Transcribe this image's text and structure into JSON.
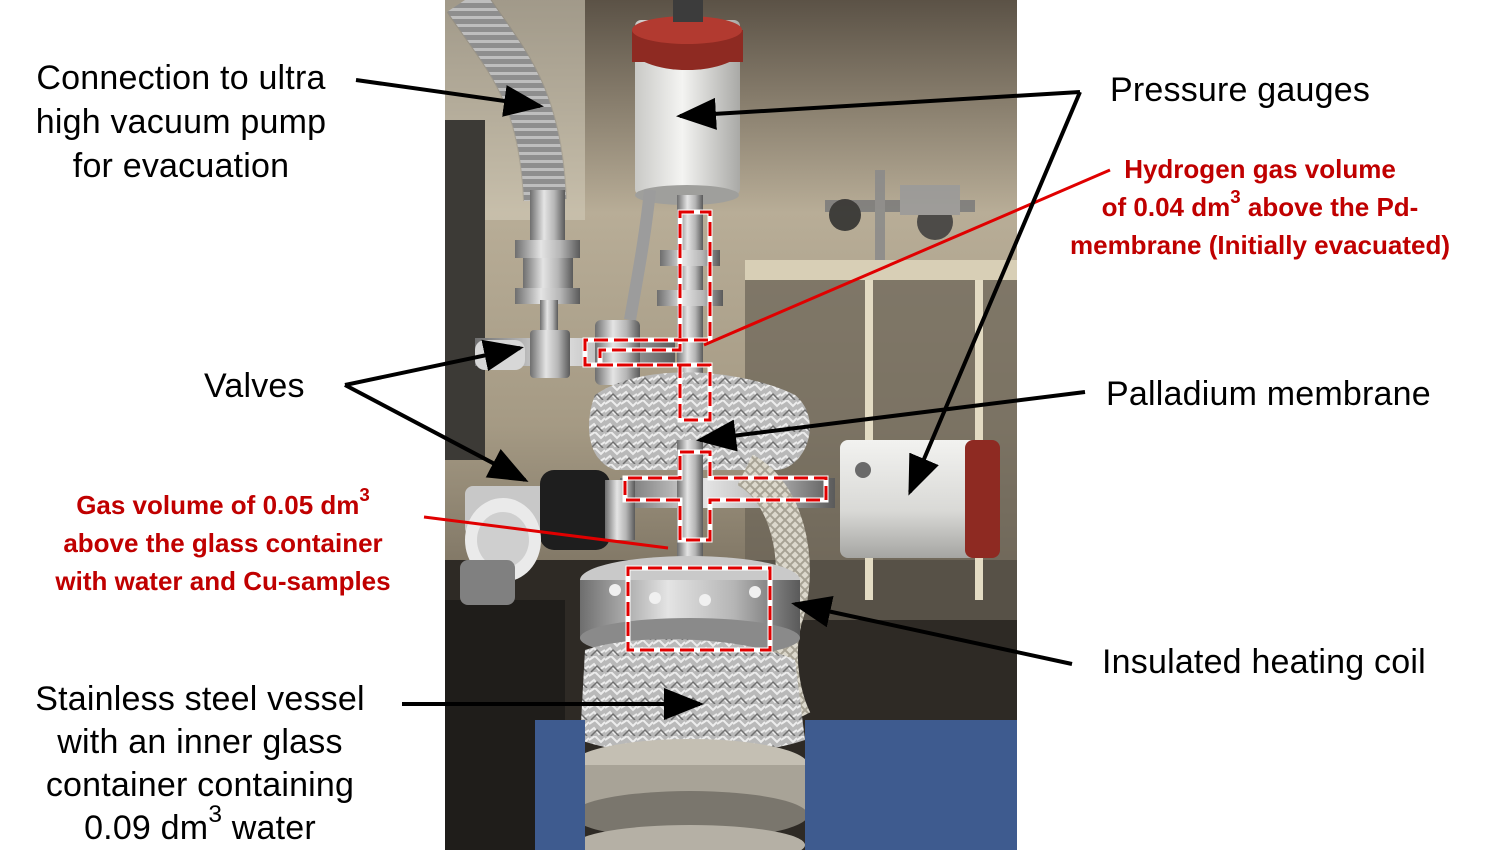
{
  "labels": {
    "connection": [
      "Connection to ultra",
      "high vacuum pump",
      "for evacuation"
    ],
    "pressure_gauges": "Pressure gauges",
    "valves": "Valves",
    "palladium_membrane": "Palladium membrane",
    "insulated_heating_coil": "Insulated heating coil",
    "vessel": [
      "Stainless steel vessel",
      "with an inner glass",
      "container containing"
    ],
    "vessel_last": {
      "pre": "0.09 dm",
      "sup": "3",
      "post": " water"
    }
  },
  "red_labels": {
    "hydrogen": {
      "line1": "Hydrogen gas volume",
      "line2_pre": "of 0.04 dm",
      "line2_sup": "3",
      "line2_post": " above the Pd-",
      "line3": "membrane (Initially evacuated)"
    },
    "gas_volume": {
      "line1_pre": "Gas volume of  0.05 dm",
      "line1_sup": "3",
      "line2": "above the glass container",
      "line3": "with water and Cu-samples"
    }
  },
  "colors": {
    "annotation_red": "#c00000",
    "arrow": "#000000",
    "red_outline": "#e00000"
  }
}
